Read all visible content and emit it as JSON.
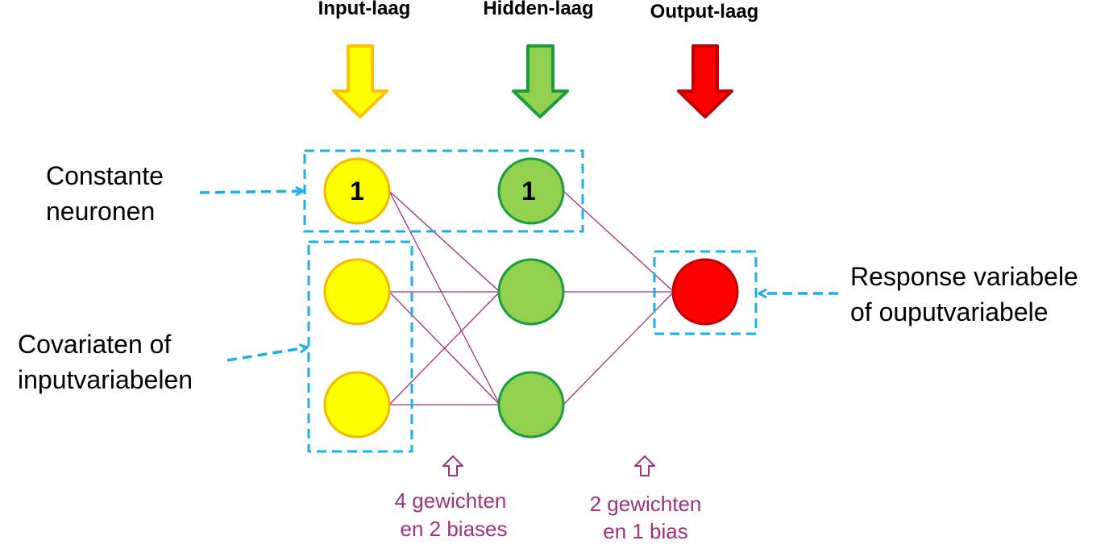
{
  "layers": {
    "input": {
      "title": "Input-laag",
      "fill": "#ffff00",
      "stroke": "#f5b800",
      "arrow_fill": "#ffff00",
      "arrow_stroke": "#ffc000"
    },
    "hidden": {
      "title": "Hidden-laag",
      "fill": "#92d050",
      "stroke": "#1a9e3c",
      "arrow_fill": "#92d050",
      "arrow_stroke": "#1a9e3c"
    },
    "output": {
      "title": "Output-laag",
      "fill": "#ff0000",
      "stroke": "#c00000",
      "arrow_fill": "#ff0000",
      "arrow_stroke": "#c00000"
    }
  },
  "constant_value": "1",
  "labels": {
    "constant": [
      "Constante",
      "neuronen"
    ],
    "covariates": [
      "Covariaten of",
      "inputvariabelen"
    ],
    "response": [
      "Response variabele",
      "of ouputvariabele"
    ]
  },
  "notes": {
    "first": [
      "4 gewichten",
      "en 2 biases"
    ],
    "second": [
      "2 gewichten",
      "en 1 bias"
    ]
  },
  "colors": {
    "dashed_box": "#1aafe6",
    "connection": "#a0307a",
    "note": "#a0307a"
  }
}
